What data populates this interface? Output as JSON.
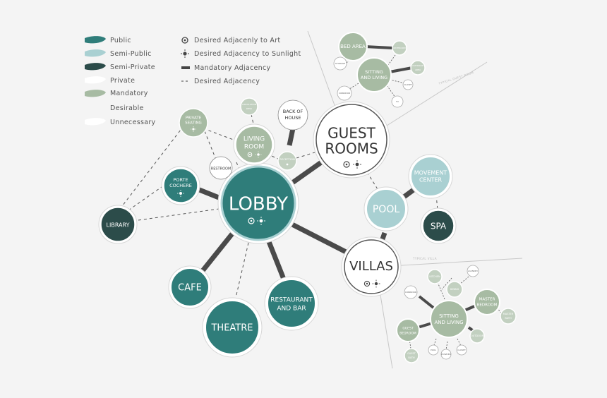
{
  "colors": {
    "public": "#2f7d7a",
    "semi_public": "#a9d0d2",
    "semi_private": "#2c4c4a",
    "private": "#ffffff",
    "mandatory": "#a7bba3",
    "desirable": "#c2d0c0",
    "line_mandatory": "#4a4a4a",
    "line_desired": "#555555"
  },
  "legend": {
    "public": "Public",
    "semi_public": "Semi-Public",
    "semi_private": "Semi-Private",
    "private": "Private",
    "mandatory": "Mandatory",
    "desirable": "Desirable",
    "unnecessary": "Unnecessary",
    "art": "Desired Adjacenly to Art",
    "sunlight": "Desired Adjacency to Sunlight",
    "mandatory_adjacency": "Mandatory Adjacency",
    "desired_adjacency": "Desired Adjacency"
  },
  "nodes": {
    "lobby": "LOBBY",
    "guest_rooms_1": "GUEST",
    "guest_rooms_2": "ROOMS",
    "villas": "VILLAS",
    "pool": "POOL",
    "spa": "SPA",
    "movement_1": "MOVEMENT",
    "movement_2": "CENTER",
    "cafe": "CAFE",
    "theatre": "THEATRE",
    "restaurant_1": "RESTAURANT",
    "restaurant_2": "AND BAR",
    "library": "LIBRARY",
    "porte_1": "PORTE",
    "porte_2": "COCHERE",
    "private_seating_1": "PRIVATE",
    "private_seating_2": "SEATING",
    "living_1": "LIVING",
    "living_2": "ROOM",
    "restroom": "RESTROOM",
    "reception": "RECEPTION",
    "back_1": "BACK OF",
    "back_2": "HOUSE",
    "small_node_1": "CIRCULATION",
    "small_node_2": "DESK"
  },
  "guest_cluster": {
    "bed_area": "BED AREA",
    "sitting_1": "SITTING",
    "sitting_2": "AND LIVING",
    "bathroom": "BATHROOM",
    "storage": "STORAGE",
    "closet": "CLOSET",
    "outdoor_1": "OUTDOOR",
    "outdoor_2": "AREA",
    "corridor": "CORRIDOR",
    "tv": "TV",
    "side_note": "TYPICAL GUEST ROOM"
  },
  "villa_cluster": {
    "sitting_1": "SITTING",
    "sitting_2": "AND LIVING",
    "master_1": "MASTER",
    "master_2": "BEDROOM",
    "guest_bedroom_1": "GUEST",
    "guest_bedroom_2": "BEDROOM",
    "guest_bath_1": "GUEST",
    "guest_bath_2": "BATH",
    "master_bath_1": "MASTER",
    "master_bath_2": "BATH",
    "kitchen": "KITCHEN",
    "laundry": "LAUNDRY",
    "corridor": "CORRIDOR",
    "dining": "DINING",
    "pool": "POOL",
    "powder": "POWDER",
    "outdoor": "OUTDOOR",
    "closet": "CLOSET",
    "side_note": "TYPICAL VILLA"
  }
}
